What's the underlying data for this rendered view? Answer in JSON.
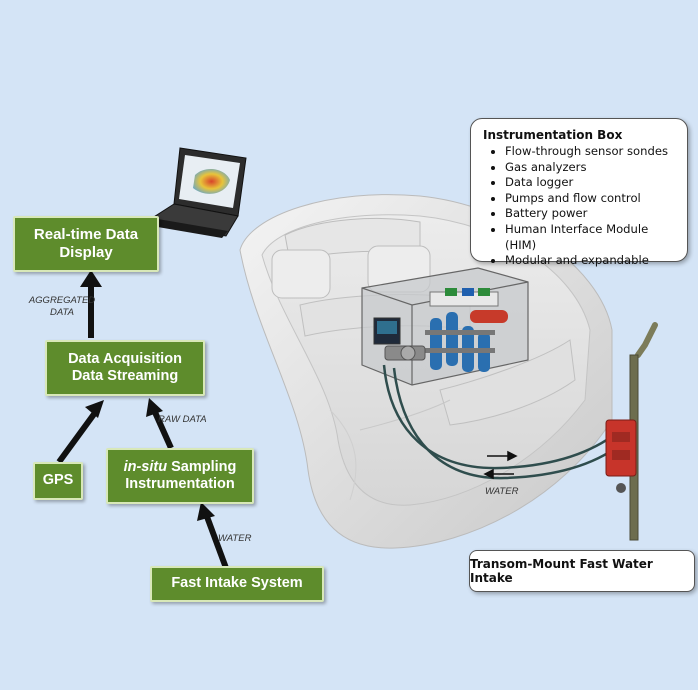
{
  "boxes": {
    "realtime": {
      "line1": "Real-time Data",
      "line2": "Display"
    },
    "acquisition": {
      "line1": "Data Acquisition",
      "line2": "Data Streaming"
    },
    "gps": {
      "label": "GPS"
    },
    "insitu": {
      "italic": "in-situ",
      "rest": " Sampling",
      "line2": "Instrumentation"
    },
    "intake": {
      "label": "Fast Intake System"
    }
  },
  "arrow_labels": {
    "aggregated_1": "AGGREGATED",
    "aggregated_2": "DATA",
    "raw": "RAW DATA",
    "water_left": "WATER",
    "water_boat": "WATER"
  },
  "instrumentation_box": {
    "title": "Instrumentation Box",
    "items": [
      "Flow-through sensor sondes",
      "Gas analyzers",
      "Data logger",
      "Pumps and flow control",
      "Battery power",
      "Human Interface Module (HIM)",
      "Modular and expandable"
    ]
  },
  "transom_label": "Transom-Mount Fast Water Intake",
  "colors": {
    "box_green": "#5e8c2c",
    "background": "#d4e4f6"
  }
}
